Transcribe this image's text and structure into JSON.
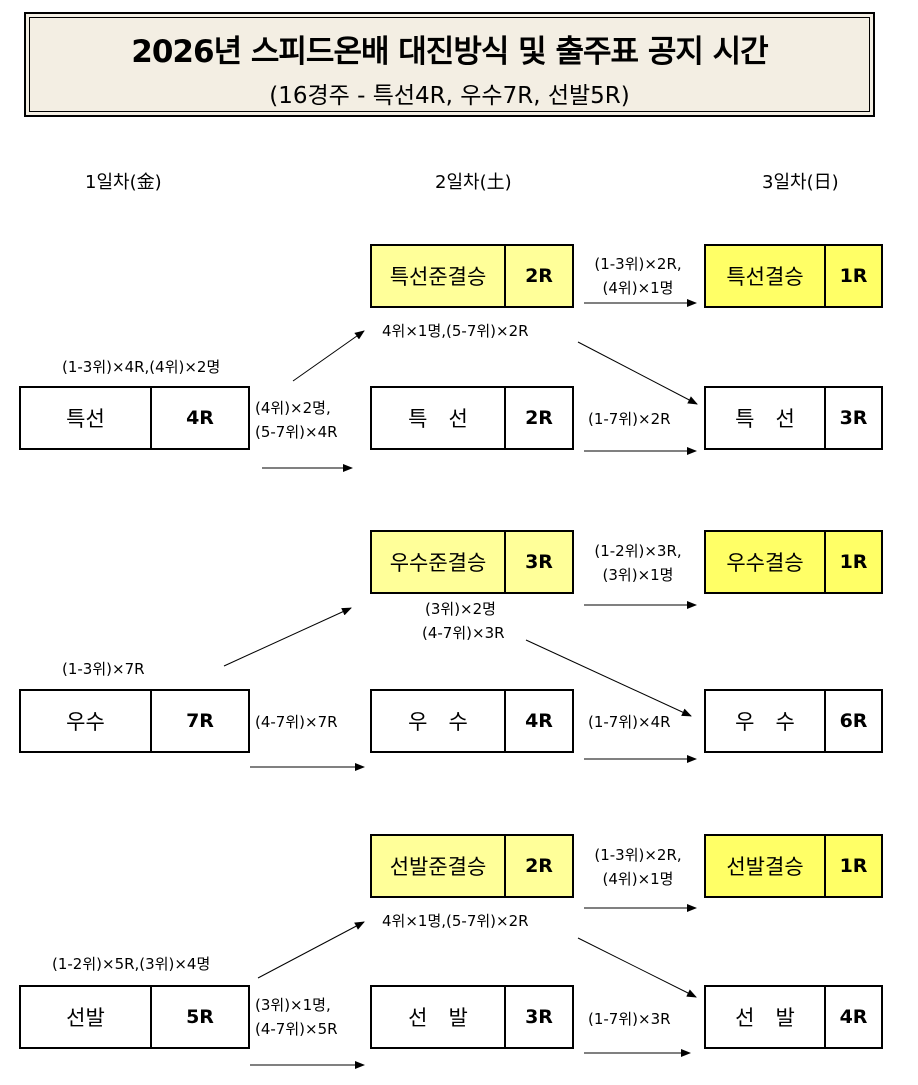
{
  "title": {
    "main": "2026년 스피드온배 대진방식 및 출주표 공지 시간",
    "sub": "(16경주 - 특선4R, 우수7R, 선발5R)"
  },
  "days": [
    "1일차(金)",
    "2일차(土)",
    "3일차(日)"
  ],
  "groups": [
    {
      "day1": {
        "name": "특선",
        "races": "4R"
      },
      "day2_semi": {
        "name": "특선준결승",
        "races": "2R"
      },
      "day2_main": {
        "name": "특　선",
        "races": "2R"
      },
      "day3_final": {
        "name": "특선결승",
        "races": "1R"
      },
      "day3_main": {
        "name": "특　선",
        "races": "3R"
      },
      "lbl_to_semi": "(1-3위)×4R,(4위)×2명",
      "lbl_to_main": [
        "(4위)×2명,",
        "(5-7위)×4R"
      ],
      "lbl_semi_out": "4위×1명,(5-7위)×2R",
      "lbl_to_final": [
        "(1-3위)×2R,",
        "(4위)×1명"
      ],
      "lbl_main_to_main": "(1-7위)×2R"
    },
    {
      "day1": {
        "name": "우수",
        "races": "7R"
      },
      "day2_semi": {
        "name": "우수준결승",
        "races": "3R"
      },
      "day2_main": {
        "name": "우　수",
        "races": "4R"
      },
      "day3_final": {
        "name": "우수결승",
        "races": "1R"
      },
      "day3_main": {
        "name": "우　수",
        "races": "6R"
      },
      "lbl_to_semi": "(1-3위)×7R",
      "lbl_to_main": [
        "(4-7위)×7R"
      ],
      "lbl_semi_out": [
        "(3위)×2명",
        "(4-7위)×3R"
      ],
      "lbl_to_final": [
        "(1-2위)×3R,",
        "(3위)×1명"
      ],
      "lbl_main_to_main": "(1-7위)×4R"
    },
    {
      "day1": {
        "name": "선발",
        "races": "5R"
      },
      "day2_semi": {
        "name": "선발준결승",
        "races": "2R"
      },
      "day2_main": {
        "name": "선　발",
        "races": "3R"
      },
      "day3_final": {
        "name": "선발결승",
        "races": "1R"
      },
      "day3_main": {
        "name": "선　발",
        "races": "4R"
      },
      "lbl_to_semi": "(1-2위)×5R,(3위)×4명",
      "lbl_to_main": [
        "(3위)×1명,",
        "(4-7위)×5R"
      ],
      "lbl_semi_out": "4위×1명,(5-7위)×2R",
      "lbl_to_final": [
        "(1-3위)×2R,",
        "(4위)×1명"
      ],
      "lbl_main_to_main": "(1-7위)×3R"
    }
  ]
}
